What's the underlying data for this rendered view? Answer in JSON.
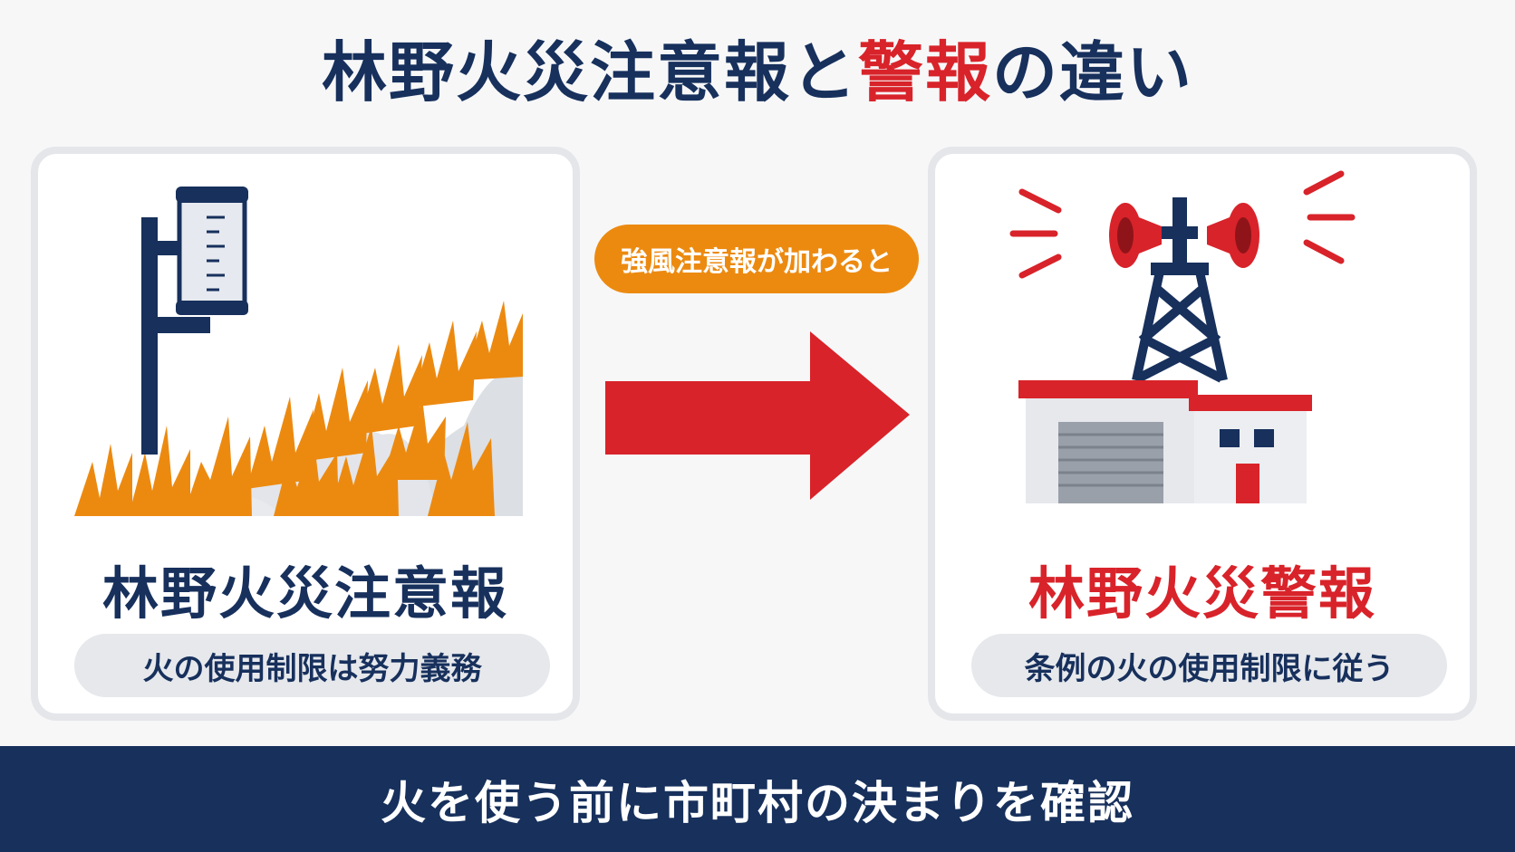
{
  "header": {
    "title_part1": "林野火災注意報と",
    "title_part2": "警報",
    "title_part3": "の違い"
  },
  "left_card": {
    "icon": "rain-gauge-dry-grass",
    "title": "林野火災注意報",
    "subtitle": "火の使用制限は努力義務"
  },
  "transition": {
    "badge": "強風注意報が加わると",
    "arrow_icon": "right-arrow"
  },
  "right_card": {
    "icon": "siren-tower-fire-station",
    "title": "林野火災警報",
    "subtitle": "条例の火の使用制限に従う"
  },
  "footer": {
    "text": "火を使う前に市町村の決まりを確認"
  },
  "colors": {
    "navy": "#17305c",
    "red": "#d8232a",
    "orange": "#ec8a10",
    "background": "#f7f7f8"
  }
}
